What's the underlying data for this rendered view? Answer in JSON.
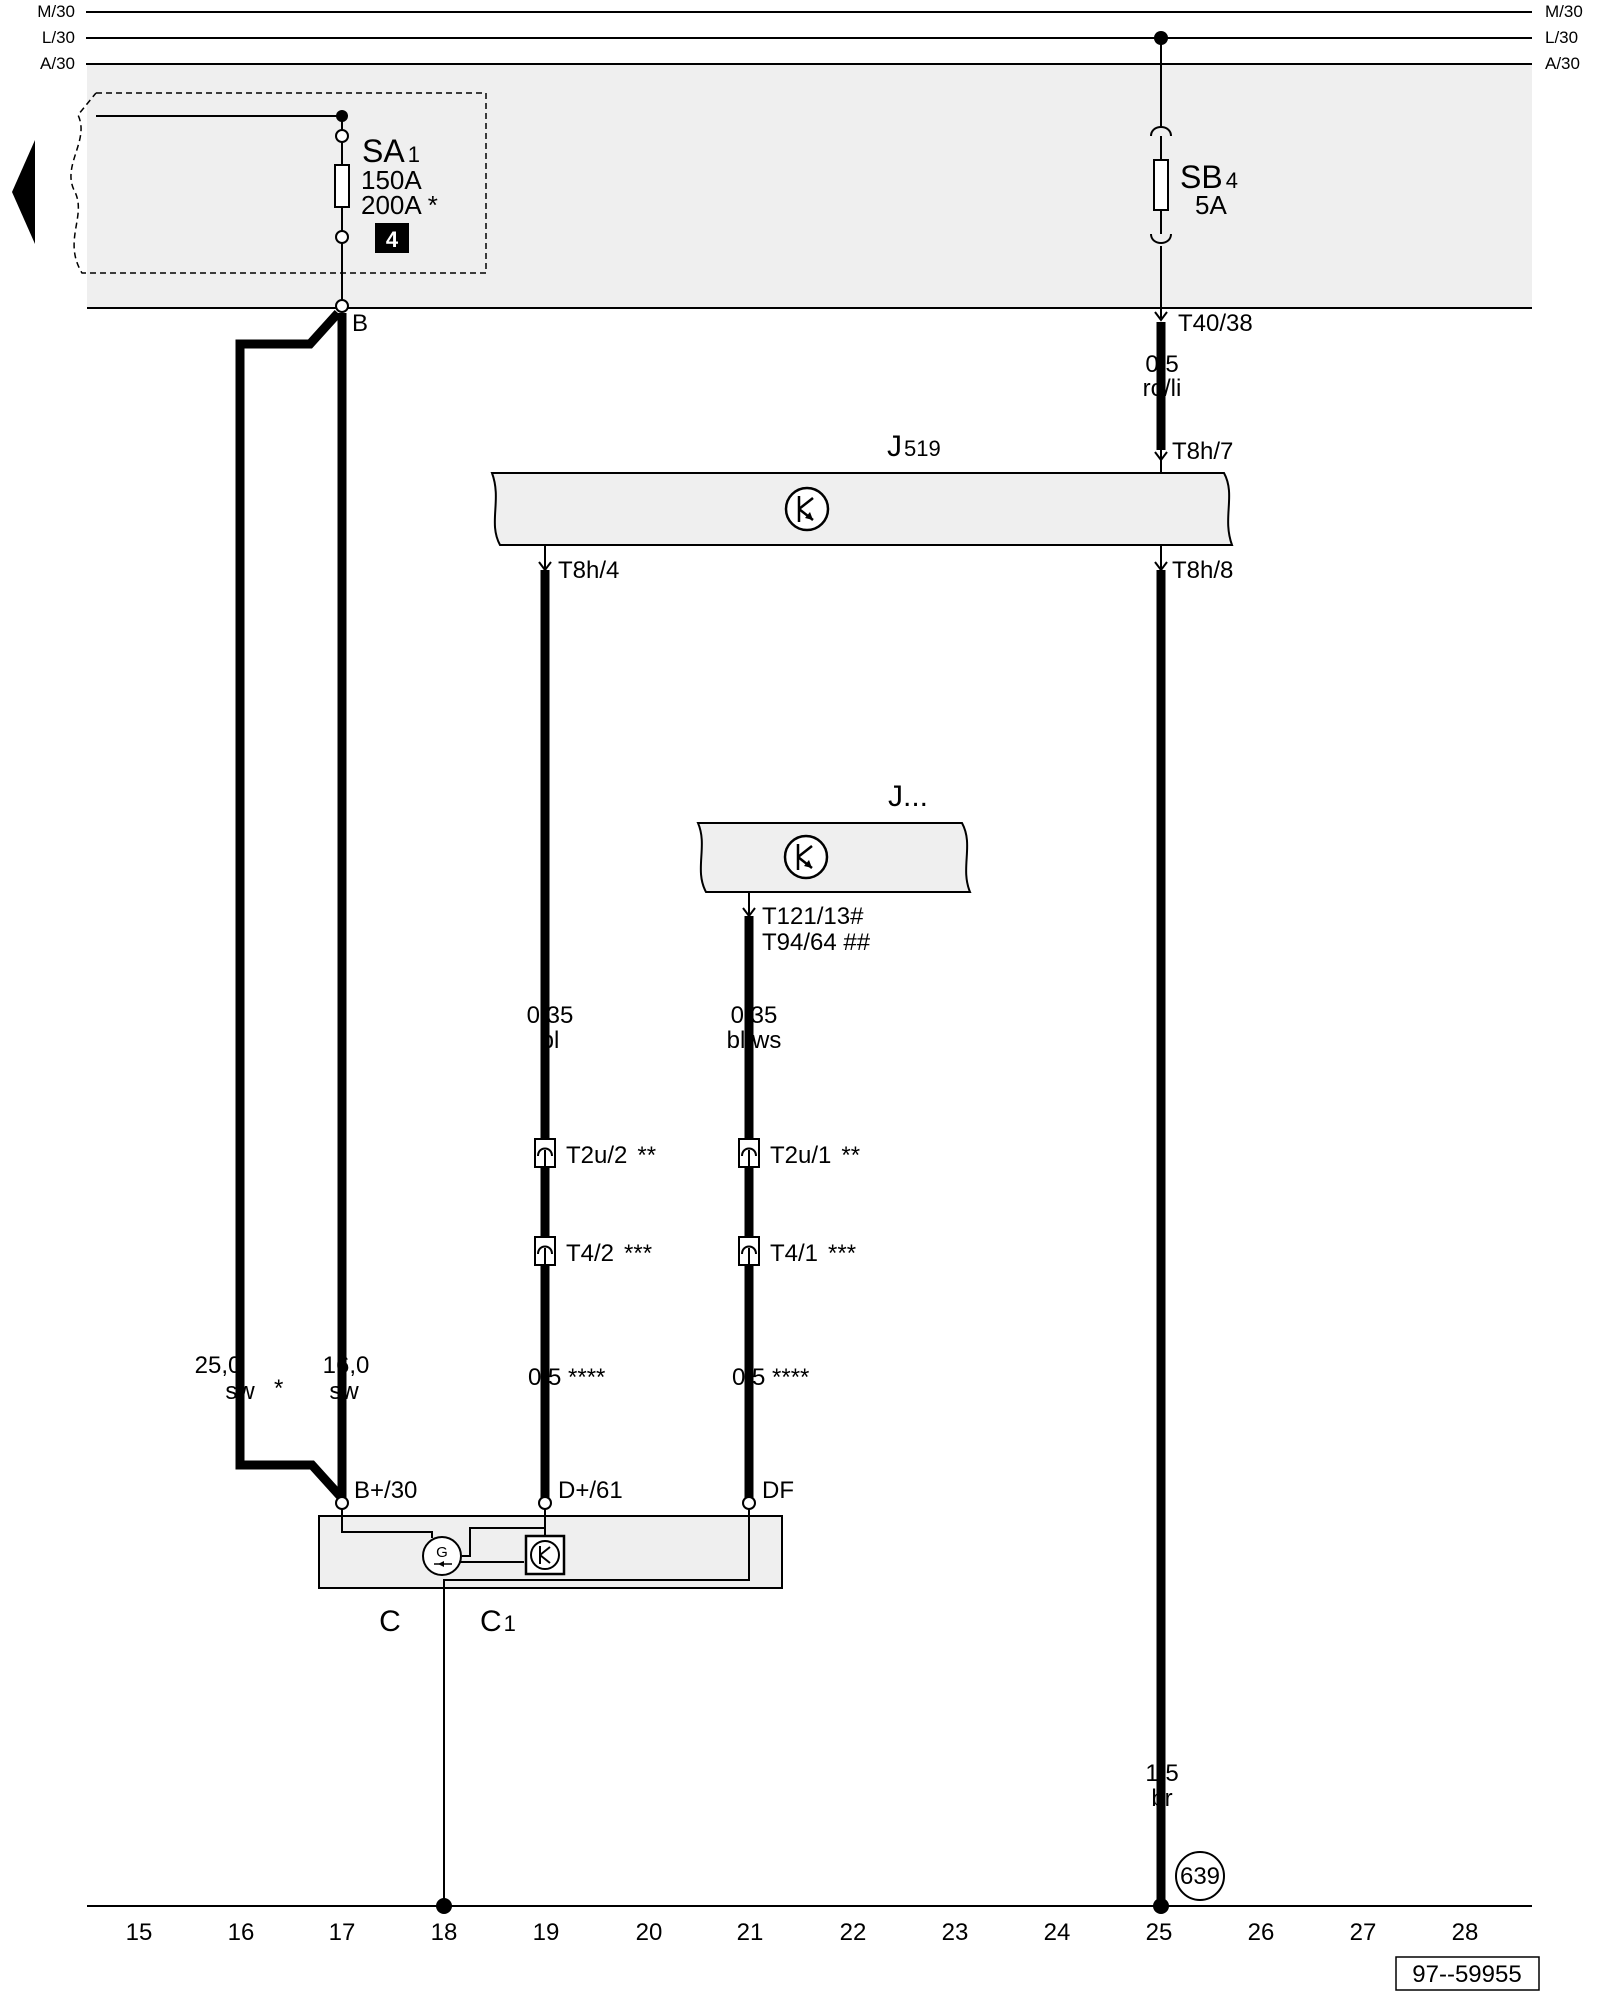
{
  "buses": {
    "top": [
      {
        "label": "M/30"
      },
      {
        "label": "L/30"
      },
      {
        "label": "A/30"
      }
    ]
  },
  "fuses": {
    "sa1": {
      "name": "SA",
      "index": "1",
      "rating_a": "150A",
      "rating_b": "200A",
      "rating_b_mark": "*",
      "ref": "4"
    },
    "sb4": {
      "name": "SB",
      "index": "4",
      "rating": "5A"
    }
  },
  "pins": {
    "b": "B",
    "t40_38": "T40/38",
    "t8h_7": "T8h/7",
    "t8h_4": "T8h/4",
    "t8h_8": "T8h/8",
    "t121": "T121/13#",
    "t94": "T94/64 ##",
    "t2u_2": "T2u/2",
    "t2u_2_mark": "**",
    "t2u_1": "T2u/1",
    "t2u_1_mark": "**",
    "t4_2": "T4/2",
    "t4_2_mark": "***",
    "t4_1": "T4/1",
    "t4_1_mark": "***",
    "bplus": "B+/30",
    "dplus": "D+/61",
    "df": "DF"
  },
  "components": {
    "j519": {
      "name": "J",
      "index": "519"
    },
    "jdots": {
      "name": "J..."
    },
    "c": {
      "name": "C"
    },
    "c1": {
      "name": "C",
      "index": "1"
    },
    "generator_symbol": "G"
  },
  "wires": {
    "w_top": {
      "size": "0,5",
      "color": "ro/li"
    },
    "w_bl": {
      "size": "0,35",
      "color": "bl"
    },
    "w_blws": {
      "size": "0,35",
      "color": "bl/ws"
    },
    "w_bl_alt": {
      "size": "0,5 ****"
    },
    "w_blws_alt": {
      "size": "0,5 ****"
    },
    "w_25": {
      "size": "25,0",
      "color": "sw",
      "mark": "*"
    },
    "w_16": {
      "size": "16,0",
      "color": "sw"
    },
    "w_br": {
      "size": "1,5",
      "color": "br"
    }
  },
  "ground_ref": "639",
  "scale": [
    "15",
    "16",
    "17",
    "18",
    "19",
    "20",
    "21",
    "22",
    "23",
    "24",
    "25",
    "26",
    "27",
    "28"
  ],
  "doc_number": "97--59955"
}
